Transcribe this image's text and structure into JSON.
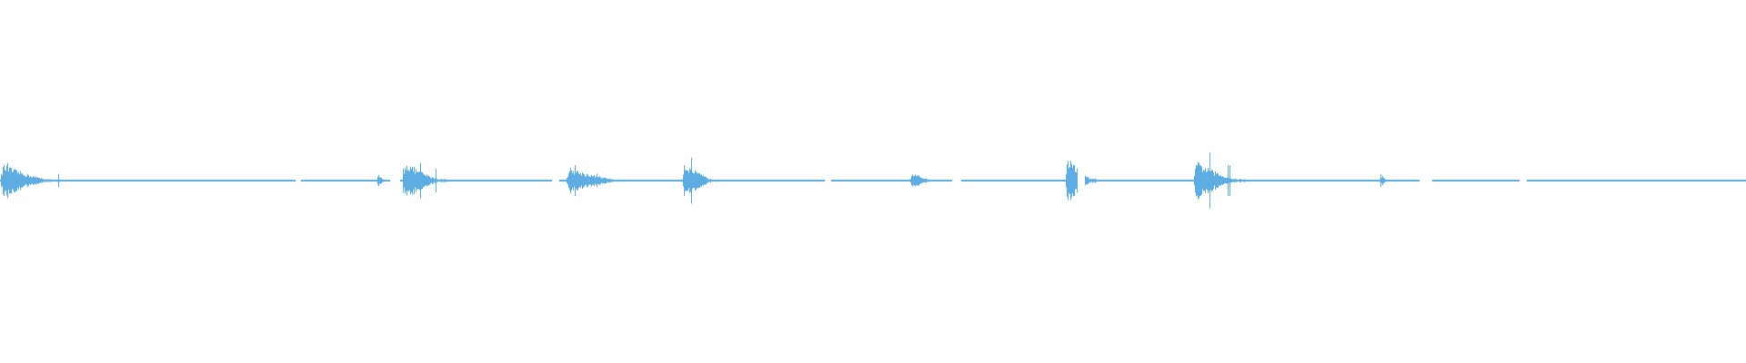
{
  "waveform": {
    "color": "#5dade2",
    "background": "#ffffff",
    "baseline_amplitude": 0.004,
    "bursts": [
      {
        "start": 0.0,
        "end": 0.034,
        "peak": 0.1,
        "spike": 0.12
      },
      {
        "start": 0.216,
        "end": 0.221,
        "peak": 0.04,
        "spike": 0.07
      },
      {
        "start": 0.2305,
        "end": 0.256,
        "peak": 0.12,
        "spike": 0.22
      },
      {
        "start": 0.324,
        "end": 0.36,
        "peak": 0.08,
        "spike": 0.11
      },
      {
        "start": 0.3905,
        "end": 0.412,
        "peak": 0.11,
        "spike": 0.2
      },
      {
        "start": 0.521,
        "end": 0.537,
        "peak": 0.05,
        "spike": 0.07
      },
      {
        "start": 0.61,
        "end": 0.628,
        "peak": 0.15,
        "spike": 0.2
      },
      {
        "start": 0.6835,
        "end": 0.713,
        "peak": 0.12,
        "spike": 0.28
      },
      {
        "start": 0.79,
        "end": 0.797,
        "peak": 0.03,
        "spike": 0.04
      }
    ],
    "gaps": [
      [
        0.169,
        0.172
      ],
      [
        0.223,
        0.229
      ],
      [
        0.316,
        0.32
      ],
      [
        0.472,
        0.476
      ],
      [
        0.545,
        0.55
      ],
      [
        0.617,
        0.621
      ],
      [
        0.813,
        0.82
      ],
      [
        0.87,
        0.874
      ]
    ]
  }
}
